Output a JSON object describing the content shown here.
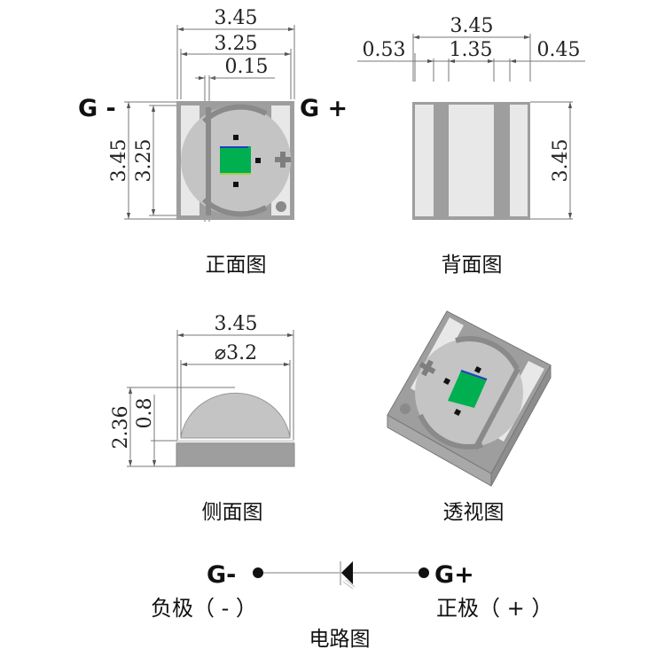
{
  "front_view": {
    "caption": "正面图",
    "width_outer": "3.45",
    "width_inner": "3.25",
    "gap": "0.15",
    "height_outer": "3.45",
    "height_inner": "3.25",
    "left_label": "G -",
    "right_label": "G +"
  },
  "back_view": {
    "caption": "背面图",
    "width_total": "3.45",
    "pad_left": "0.53",
    "pad_center": "1.35",
    "pad_right": "0.45",
    "height": "3.45"
  },
  "side_view": {
    "caption": "侧面图",
    "width": "3.45",
    "lens_diameter": "⌀3.2",
    "total_height": "2.36",
    "base_height": "0.8"
  },
  "perspective_view": {
    "caption": "透视图"
  },
  "circuit": {
    "caption": "电路图",
    "negative_terminal": "G-",
    "positive_terminal": "G+",
    "negative_label": "负极（ - ）",
    "positive_label": "正极（ + ）"
  },
  "colors": {
    "body": "#9e9e9e",
    "pad": "#e8e8e8",
    "lens": "#c4c4c4",
    "chip": "#00b050"
  }
}
